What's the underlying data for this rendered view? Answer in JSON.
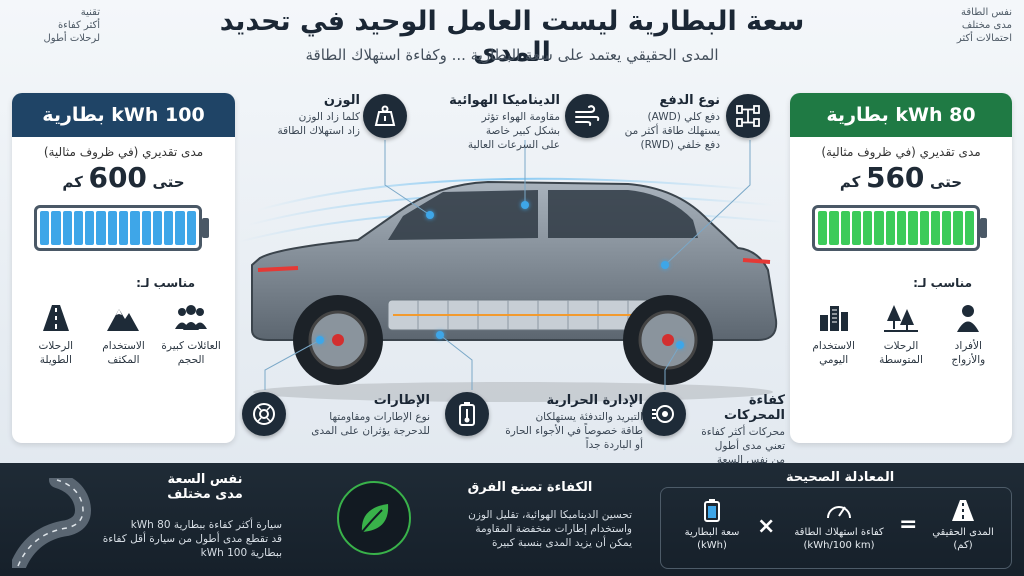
{
  "header": {
    "title": "سعة البطارية ليست العامل الوحيد في تحديد المدى",
    "subtitle": "المدى الحقيقي يعتمد على سعة البطارية ... وكفاءة استهلاك الطاقة",
    "corner_left": [
      "تقنية",
      "أكثر كفاءة",
      "لرحلات أطول"
    ],
    "corner_right": [
      "نفس الطاقة",
      "مدى مختلف",
      "احتمالات أكثر"
    ]
  },
  "cards": {
    "left": {
      "title": "100 kWh بطارية",
      "estimate": "مدى تقديري (في ظروف مثالية)",
      "range_prefix": "حتى",
      "range_value": "600",
      "range_unit": "كم",
      "battery_fill": 1.0,
      "color": "#1f4466",
      "suit_title": "مناسب لـ:",
      "suits": [
        {
          "label": "العائلات كبيرة الحجم",
          "icon": "family-icon"
        },
        {
          "label": "الاستخدام المكثف",
          "icon": "mountain-icon"
        },
        {
          "label": "الرحلات الطويلة",
          "icon": "road-icon"
        }
      ]
    },
    "right": {
      "title": "80 kWh بطارية",
      "estimate": "مدى تقديري (في ظروف مثالية)",
      "range_prefix": "حتى",
      "range_value": "560",
      "range_unit": "كم",
      "battery_fill": 1.0,
      "color": "#1f7a44",
      "suit_title": "مناسب لـ:",
      "suits": [
        {
          "label": "الأفراد والأزواج",
          "icon": "person-icon"
        },
        {
          "label": "الرحلات المتوسطة",
          "icon": "trees-icon"
        },
        {
          "label": "الاستخدام اليومي",
          "icon": "city-icon"
        }
      ]
    }
  },
  "features": {
    "weight": {
      "title": "الوزن",
      "desc": "كلما زاد الوزن\nزاد استهلاك الطاقة",
      "icon": "weight-icon"
    },
    "aero": {
      "title": "الديناميكا الهوائية",
      "desc": "مقاومة الهواء تؤثر\nبشكل كبير خاصة\nعلى السرعات العالية",
      "icon": "wind-icon"
    },
    "drive": {
      "title": "نوع الدفع",
      "desc": "دفع كلي (AWD)\nيستهلك طاقة أكثر من\nدفع خلفي (RWD)",
      "icon": "drivetrain-icon"
    },
    "tires": {
      "title": "الإطارات",
      "desc": "نوع الإطارات ومقاومتها\nللدحرجة يؤثران على المدى",
      "icon": "tire-icon"
    },
    "thermal": {
      "title": "الإدارة الحرارية",
      "desc": "التبريد والتدفئة يستهلكان\nطاقة خصوصاً في الأجواء الحارة\nأو الباردة جداً",
      "icon": "battery-thermal-icon"
    },
    "motors": {
      "title": "كفاءة المحركات",
      "desc": "محركات أكثر كفاءة\nتعني مدى أطول\nمن نفس السعة",
      "icon": "motor-icon"
    }
  },
  "bottom": {
    "left": {
      "title_line1": "نفس السعة",
      "title_line2": "مدى مختلف",
      "desc": "سيارة أكثر كفاءة ببطارية 80 kWh\nقد تقطع مدى أطول من سيارة أقل كفاءة\nببطارية 100 kWh"
    },
    "middle": {
      "title": "الكفاءة تصنع الفرق",
      "desc": "تحسين الديناميكا الهوائية، تقليل الوزن\nواستخدام إطارات منخفضة المقاومة\nيمكن أن يزيد المدى بنسبة كبيرة"
    },
    "right": {
      "title": "المعادلة الصحيحة",
      "range_label": "المدى الحقيقي\n(كم)",
      "efficiency_label": "كفاءة استهلاك الطاقة\n(kWh/100 km)",
      "capacity_label": "سعة البطارية\n(kWh)",
      "equals": "=",
      "times": "×"
    }
  },
  "colors": {
    "dark_navy": "#1e2b38",
    "blue_battery": "#3ea6e8",
    "green_battery": "#3ccb5a",
    "green_leaf": "#39b24a"
  }
}
